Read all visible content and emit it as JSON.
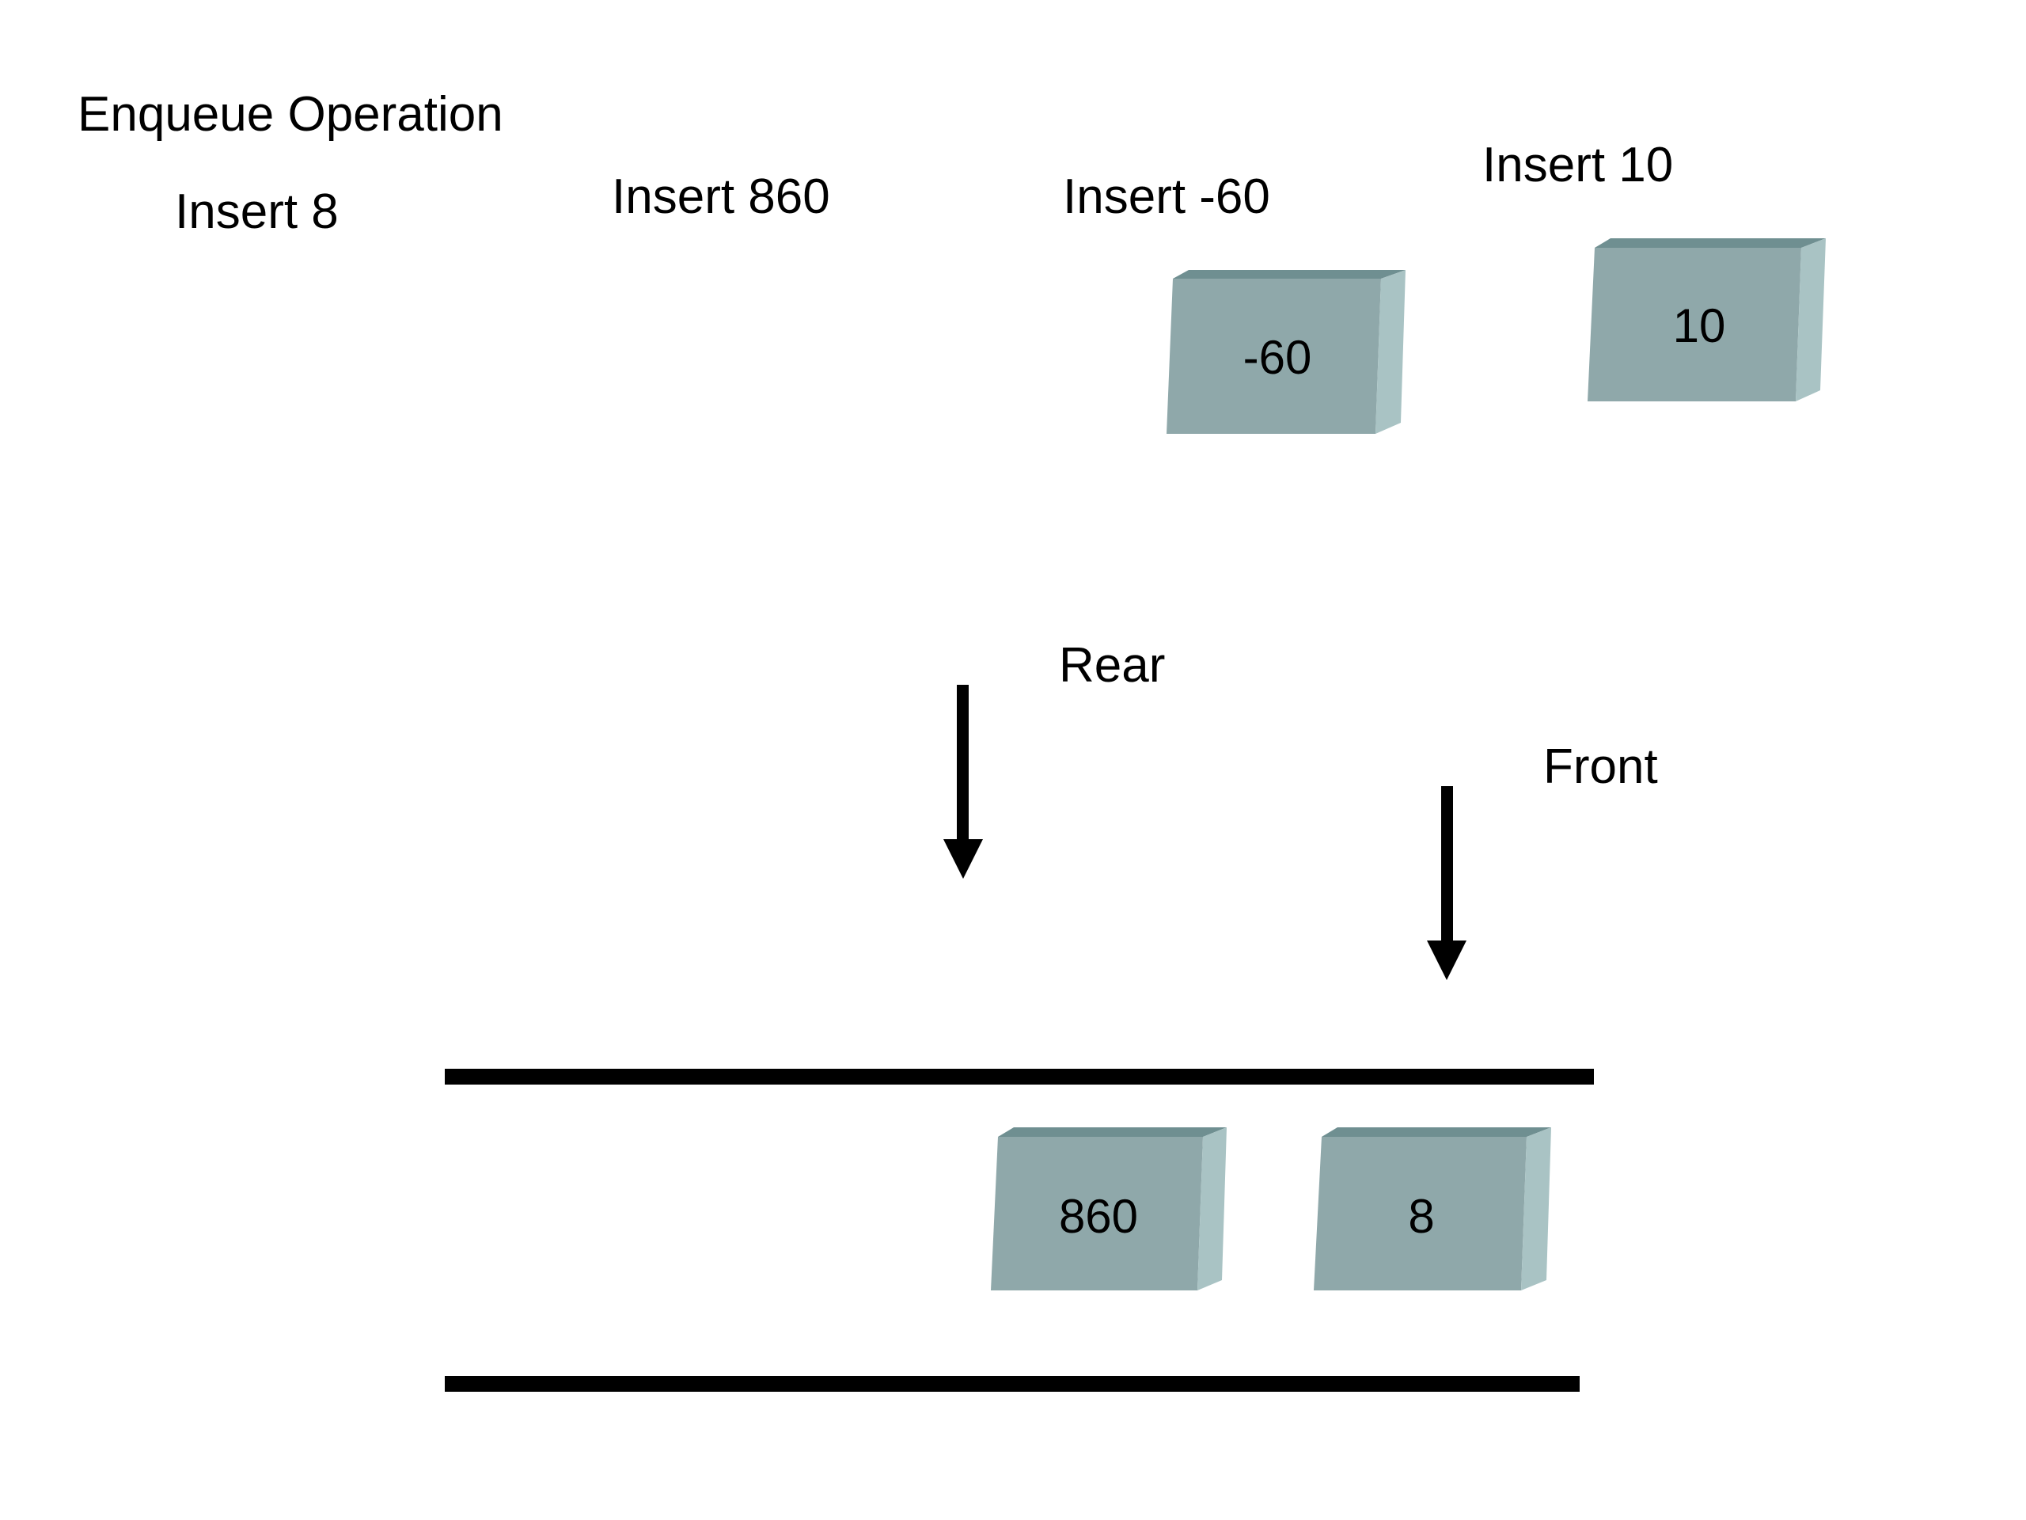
{
  "title": "Enqueue Operation",
  "operations": [
    {
      "label": "Insert 8",
      "value": "8"
    },
    {
      "label": "Insert 860",
      "value": "860"
    },
    {
      "label": "Insert -60",
      "value": "-60"
    },
    {
      "label": "Insert 10",
      "value": "10"
    }
  ],
  "pointers": {
    "rear": "Rear",
    "front": "Front"
  },
  "queue_blocks": [
    "860",
    "8"
  ],
  "pending_blocks": [
    "-60",
    "10"
  ],
  "colors": {
    "block_face": "#8fa8aa",
    "block_top": "#6f8f91",
    "block_side": "#a9c3c4",
    "lines": "#000000"
  }
}
